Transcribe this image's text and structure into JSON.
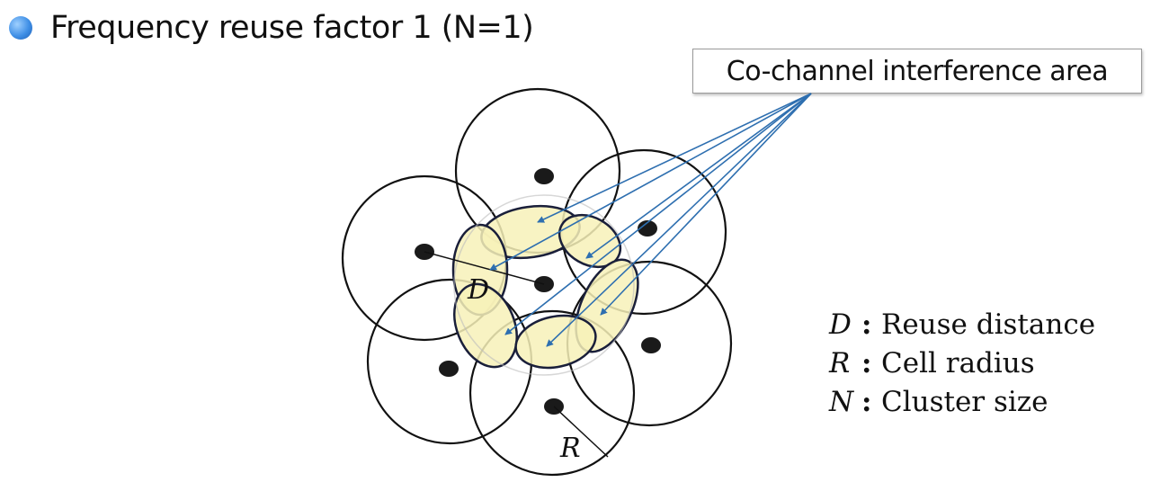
{
  "header": {
    "title": "Frequency reuse factor 1 (N=1)"
  },
  "callout": {
    "label": "Co-channel interference area"
  },
  "diagram": {
    "label_D": "D",
    "label_R": "R",
    "overlap_color": "#f7f1b8",
    "arrow_color": "#2e6fb0",
    "cell_count": 7
  },
  "legend": [
    {
      "symbol": "D",
      "description": "Reuse distance"
    },
    {
      "symbol": "R",
      "description": "Cell radius"
    },
    {
      "symbol": "N",
      "description": "Cluster size"
    }
  ]
}
